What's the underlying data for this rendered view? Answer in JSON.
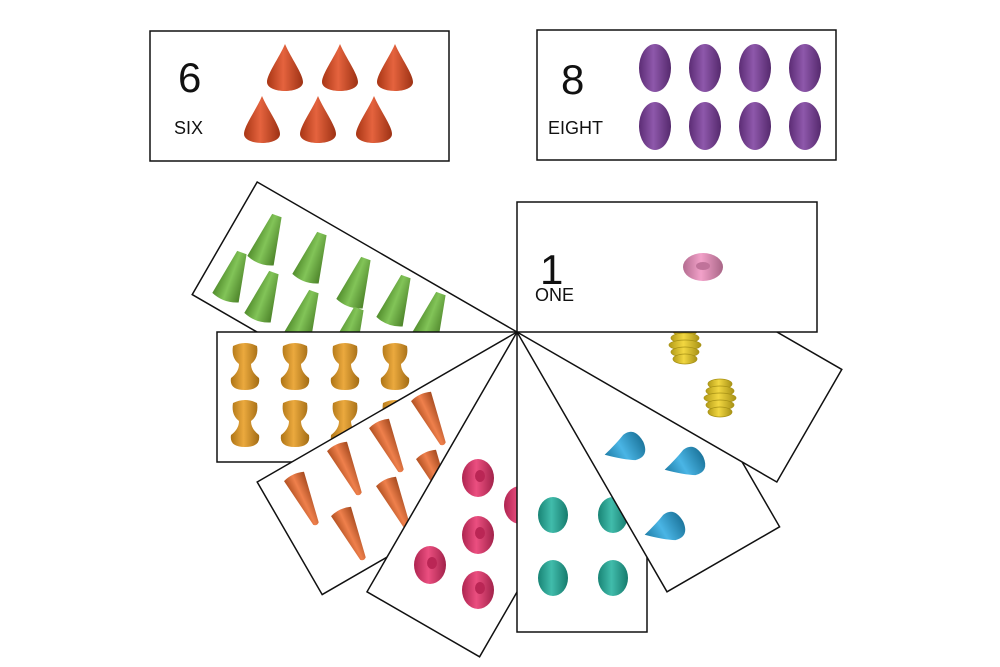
{
  "top_cards": [
    {
      "number": "6",
      "word": "SIX",
      "count": 6,
      "shape": "drop",
      "color": "#e0481c"
    },
    {
      "number": "8",
      "word": "EIGHT",
      "count": 8,
      "shape": "egg",
      "color": "#7a3a9c"
    }
  ],
  "fan_cards": [
    {
      "count": 10,
      "shape": "cone",
      "color": "#6cba3a"
    },
    {
      "count": 8,
      "shape": "mushroom",
      "color": "#e89a1c"
    },
    {
      "count": 7,
      "shape": "carrot",
      "color": "#ec6a2c"
    },
    {
      "count": 5,
      "shape": "oval",
      "color": "#e8306a"
    },
    {
      "count": 4,
      "shape": "disc",
      "color": "#20b09c"
    },
    {
      "count": 3,
      "shape": "teardrop",
      "color": "#2aa8e0"
    },
    {
      "count": 2,
      "shape": "coil",
      "color": "#f0d020"
    },
    {
      "number": "1",
      "word": "ONE",
      "count": 1,
      "shape": "flat-bead",
      "color": "#f090c0"
    }
  ]
}
